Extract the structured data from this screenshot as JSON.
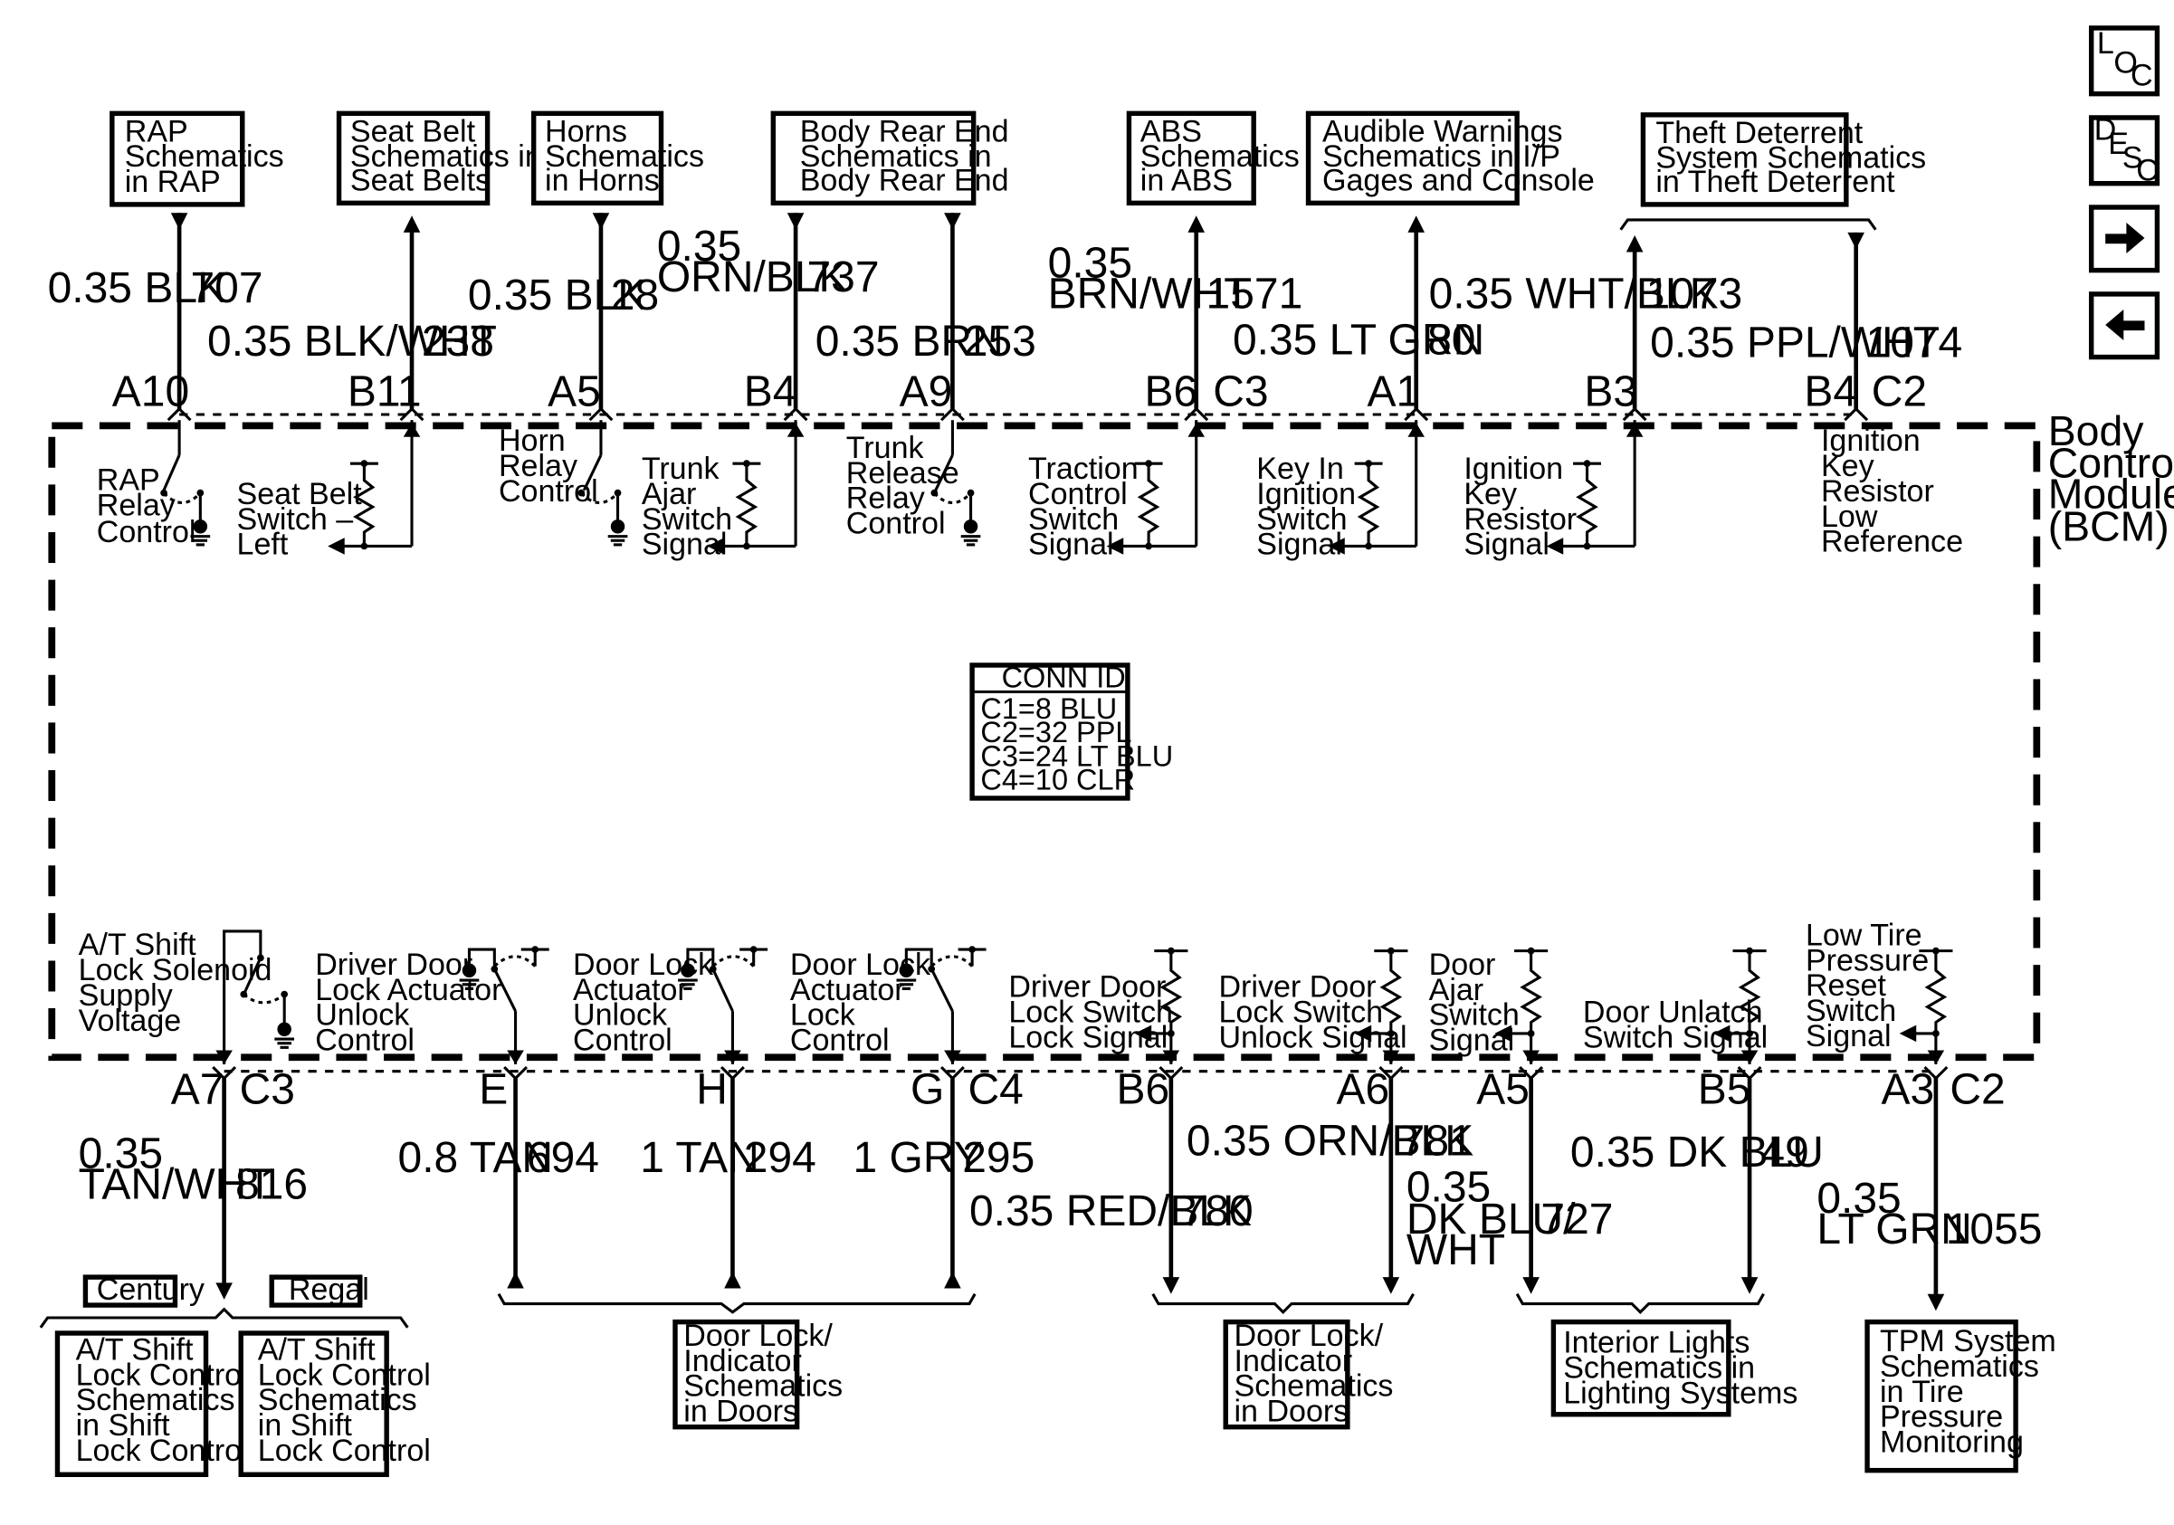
{
  "nav": {
    "loc": [
      "L",
      "O",
      "C"
    ],
    "desc": [
      "D",
      "E",
      "S",
      "C"
    ]
  },
  "bcm": {
    "title": [
      "Body",
      "Control",
      "Module",
      "(BCM)"
    ],
    "conn_id": {
      "title": "CONN ID",
      "lines": [
        "C1=8 BLU",
        "C2=32 PPL",
        "C3=24 LT BLU",
        "C4=10 CLR"
      ]
    }
  },
  "top_pins": [
    "A10",
    "B11",
    "A5",
    "B4",
    "A9",
    "B6",
    "C3",
    "A1",
    "B3",
    "B4",
    "C2"
  ],
  "bottom_pins": [
    "A7",
    "C3",
    "E",
    "H",
    "G",
    "C4",
    "B6",
    "A6",
    "A5",
    "B5",
    "A3",
    "C2"
  ],
  "top_refs": [
    [
      "RAP",
      "Schematics",
      "in RAP"
    ],
    [
      "Seat Belt",
      "Schematics in",
      "Seat Belts"
    ],
    [
      "Horns",
      "Schematics",
      "in Horns"
    ],
    [
      "Body Rear End",
      "Schematics in",
      "Body Rear End"
    ],
    [
      "ABS",
      "Schematics",
      "in ABS"
    ],
    [
      "Audible Warnings",
      "Schematics in I/P",
      "Gages and Console"
    ],
    [
      "Theft Deterrent",
      "System Schematics",
      "in Theft Deterrent"
    ]
  ],
  "top_wires": [
    {
      "color": [
        "0.35 BLK"
      ],
      "circuit": "707"
    },
    {
      "color": [
        "0.35 BLK/WHT"
      ],
      "circuit": "238"
    },
    {
      "color": [
        "0.35 BLK"
      ],
      "circuit": "28"
    },
    {
      "color": [
        "0.35",
        "ORN/BLK"
      ],
      "circuit": "737"
    },
    {
      "color": [
        "0.35 BRN"
      ],
      "circuit": "253"
    },
    {
      "color": [
        "0.35",
        "BRN/WHT"
      ],
      "circuit": "1571"
    },
    {
      "color": [
        "0.35 LT GRN"
      ],
      "circuit": "80"
    },
    {
      "color": [
        "0.35 WHT/BLK"
      ],
      "circuit": "1073"
    },
    {
      "color": [
        "0.35 PPL/WHT"
      ],
      "circuit": "1074"
    }
  ],
  "top_internal": [
    [
      "RAP",
      "Relay",
      "Control"
    ],
    [
      "Seat Belt",
      "Switch –",
      "Left"
    ],
    [
      "Horn",
      "Relay",
      "Control"
    ],
    [
      "Trunk",
      "Ajar",
      "Switch",
      "Signal"
    ],
    [
      "Trunk",
      "Release",
      "Relay",
      "Control"
    ],
    [
      "Traction",
      "Control",
      "Switch",
      "Signal"
    ],
    [
      "Key In",
      "Ignition",
      "Switch",
      "Signal"
    ],
    [
      "Ignition",
      "Key",
      "Resistor",
      "Signal"
    ],
    [
      "Ignition",
      "Key",
      "Resistor",
      "Low",
      "Reference"
    ]
  ],
  "bottom_internal": [
    [
      "A/T Shift",
      "Lock Solenoid",
      "Supply",
      "Voltage"
    ],
    [
      "Driver Door",
      "Lock Actuator",
      "Unlock",
      "Control"
    ],
    [
      "Door Lock",
      "Actuator",
      "Unlock",
      "Control"
    ],
    [
      "Door Lock",
      "Actuator",
      "Lock",
      "Control"
    ],
    [
      "Driver Door",
      "Lock Switch",
      "Lock Signal"
    ],
    [
      "Driver Door",
      "Lock Switch",
      "Unlock Signal"
    ],
    [
      "Door",
      "Ajar",
      "Switch",
      "Signal"
    ],
    [
      "Door Unlatch",
      "Switch Signal"
    ],
    [
      "Low Tire",
      "Pressure",
      "Reset",
      "Switch",
      "Signal"
    ]
  ],
  "bottom_wires": [
    {
      "color": [
        "0.35",
        "TAN/WHT"
      ],
      "circuit": "816"
    },
    {
      "color": [
        "0.8 TAN"
      ],
      "circuit": "694"
    },
    {
      "color": [
        "1 TAN"
      ],
      "circuit": "294"
    },
    {
      "color": [
        "1 GRY"
      ],
      "circuit": "295"
    },
    {
      "color": [
        "0.35 RED/BLK"
      ],
      "circuit": "780"
    },
    {
      "color": [
        "0.35 ORN/BLK"
      ],
      "circuit": "781"
    },
    {
      "color": [
        "0.35",
        "DK BLU/",
        "WHT"
      ],
      "circuit": "727"
    },
    {
      "color": [
        "0.35 DK BLU"
      ],
      "circuit": "49"
    },
    {
      "color": [
        "0.35",
        "LT GRN"
      ],
      "circuit": "1055"
    }
  ],
  "option_tags": [
    "Century",
    "Regal"
  ],
  "bottom_refs": [
    [
      "A/T Shift",
      "Lock Control",
      "Schematics",
      "in Shift",
      "Lock Control"
    ],
    [
      "A/T Shift",
      "Lock Control",
      "Schematics",
      "in Shift",
      "Lock Control"
    ],
    [
      "Door Lock/",
      "Indicator",
      "Schematics",
      "in Doors"
    ],
    [
      "Door Lock/",
      "Indicator",
      "Schematics",
      "in Doors"
    ],
    [
      "Interior Lights",
      "Schematics in",
      "Lighting Systems"
    ],
    [
      "TPM System",
      "Schematics",
      "in Tire",
      "Pressure",
      "Monitoring"
    ]
  ]
}
